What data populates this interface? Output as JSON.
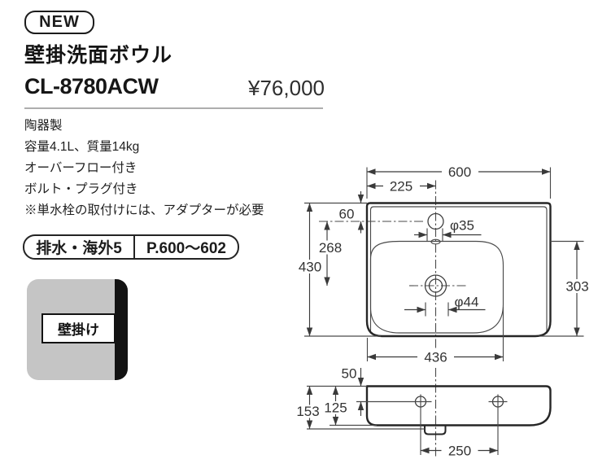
{
  "header": {
    "new_badge": "NEW",
    "title": "壁掛洗面ボウル",
    "model": "CL-8780ACW",
    "price": "¥76,000"
  },
  "specs": {
    "lines": [
      "陶器製",
      "容量4.1L、質量14kg",
      "オーバーフロー付き",
      "ボルト・プラグ付き",
      "※単水栓の取付けには、アダプターが必要"
    ]
  },
  "ref_badge": {
    "category": "排水・海外5",
    "pages": "P.600〜602"
  },
  "mount_tag": {
    "label": "壁掛け"
  },
  "drawing": {
    "plan_dims": {
      "overall_width": "600",
      "faucet_offset": "225",
      "faucet_depth": "60",
      "faucet_to_drain": "268",
      "overall_depth": "430",
      "bowl_depth": "303",
      "bowl_width": "436",
      "faucet_hole_dia": "φ35",
      "drain_hole_dia": "φ44"
    },
    "side_dims": {
      "hole_from_top": "50",
      "front_height": "125",
      "total_height": "153",
      "hole_pitch": "250"
    }
  }
}
